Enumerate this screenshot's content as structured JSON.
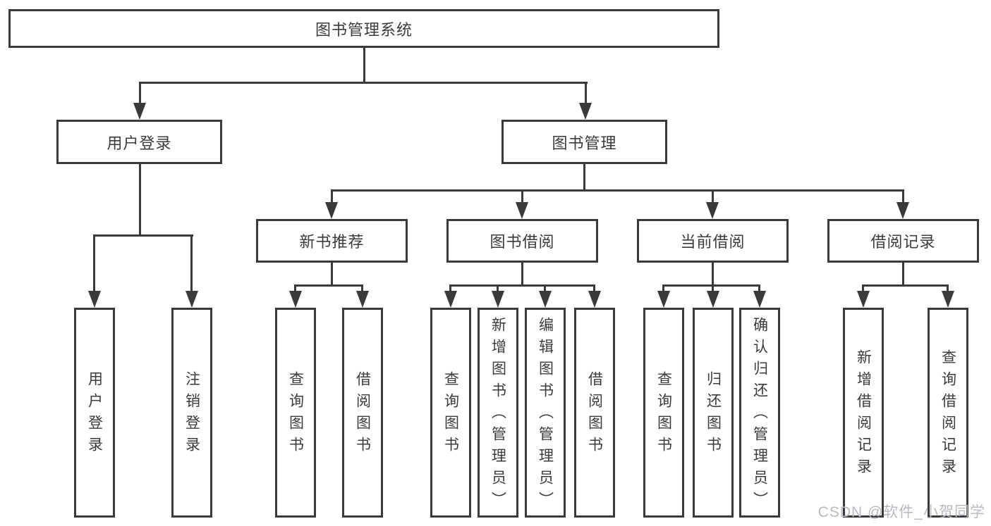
{
  "diagram": {
    "root": {
      "label": "图书管理系统"
    },
    "level2": [
      {
        "label": "用户登录"
      },
      {
        "label": "图书管理"
      }
    ],
    "level3": [
      {
        "label": "新书推荐"
      },
      {
        "label": "图书借阅"
      },
      {
        "label": "当前借阅"
      },
      {
        "label": "借阅记录"
      }
    ],
    "leaves": {
      "user_login": [
        {
          "label": "用户登录"
        },
        {
          "label": "注销登录"
        }
      ],
      "new_book": [
        {
          "label": "查询图书"
        },
        {
          "label": "借阅图书"
        }
      ],
      "book_borrow": [
        {
          "label": "查询图书"
        },
        {
          "label": "新增图书（管理员）"
        },
        {
          "label": "编辑图书（管理员）"
        },
        {
          "label": "借阅图书"
        }
      ],
      "current_borrow": [
        {
          "label": "查询图书"
        },
        {
          "label": "归还图书"
        },
        {
          "label": "确认归还（管理员）"
        }
      ],
      "borrow_records": [
        {
          "label": "新增借阅记录"
        },
        {
          "label": "查询借阅记录"
        }
      ]
    },
    "colors": {
      "line": "#3a3a3c",
      "box_border": "#3a3a3c",
      "text": "#3b3b3f",
      "background": "#ffffff",
      "watermark": "#b7bbc0"
    },
    "watermark": "CSDN @软件_小贺同学"
  }
}
